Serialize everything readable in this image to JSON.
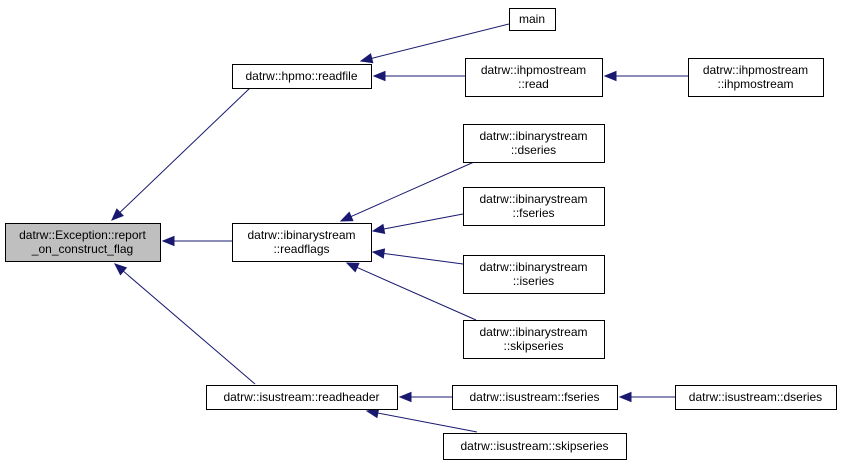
{
  "graph": {
    "nodes": [
      {
        "id": "report",
        "lines": [
          "datrw::Exception::report",
          "_on_construct_flag"
        ],
        "current": true
      },
      {
        "id": "hpmo_readfile",
        "lines": [
          "datrw::hpmo::readfile"
        ]
      },
      {
        "id": "main",
        "lines": [
          "main"
        ]
      },
      {
        "id": "ihpmo_read",
        "lines": [
          "datrw::ihpmostream",
          "::read"
        ]
      },
      {
        "id": "ihpmo_ctor",
        "lines": [
          "datrw::ihpmostream",
          "::ihpmostream"
        ]
      },
      {
        "id": "ibin_readflags",
        "lines": [
          "datrw::ibinarystream",
          "::readflags"
        ]
      },
      {
        "id": "ibin_dseries",
        "lines": [
          "datrw::ibinarystream",
          "::dseries"
        ]
      },
      {
        "id": "ibin_fseries",
        "lines": [
          "datrw::ibinarystream",
          "::fseries"
        ]
      },
      {
        "id": "ibin_iseries",
        "lines": [
          "datrw::ibinarystream",
          "::iseries"
        ]
      },
      {
        "id": "ibin_skipseries",
        "lines": [
          "datrw::ibinarystream",
          "::skipseries"
        ]
      },
      {
        "id": "isu_readheader",
        "lines": [
          "datrw::isustream::readheader"
        ]
      },
      {
        "id": "isu_fseries",
        "lines": [
          "datrw::isustream::fseries"
        ]
      },
      {
        "id": "isu_dseries",
        "lines": [
          "datrw::isustream::dseries"
        ]
      },
      {
        "id": "isu_skipseries",
        "lines": [
          "datrw::isustream::skipseries"
        ]
      }
    ],
    "edges": [
      {
        "from": "hpmo_readfile",
        "to": "report"
      },
      {
        "from": "ibin_readflags",
        "to": "report"
      },
      {
        "from": "isu_readheader",
        "to": "report"
      },
      {
        "from": "main",
        "to": "hpmo_readfile"
      },
      {
        "from": "ihpmo_read",
        "to": "hpmo_readfile"
      },
      {
        "from": "ihpmo_ctor",
        "to": "ihpmo_read"
      },
      {
        "from": "ibin_dseries",
        "to": "ibin_readflags"
      },
      {
        "from": "ibin_fseries",
        "to": "ibin_readflags"
      },
      {
        "from": "ibin_iseries",
        "to": "ibin_readflags"
      },
      {
        "from": "ibin_skipseries",
        "to": "ibin_readflags"
      },
      {
        "from": "isu_fseries",
        "to": "isu_readheader"
      },
      {
        "from": "isu_skipseries",
        "to": "isu_readheader"
      },
      {
        "from": "isu_dseries",
        "to": "isu_fseries"
      }
    ],
    "colors": {
      "edge": "#191970",
      "current_fill": "#bfbfbf",
      "node_fill": "#ffffff",
      "border": "#000000"
    }
  }
}
